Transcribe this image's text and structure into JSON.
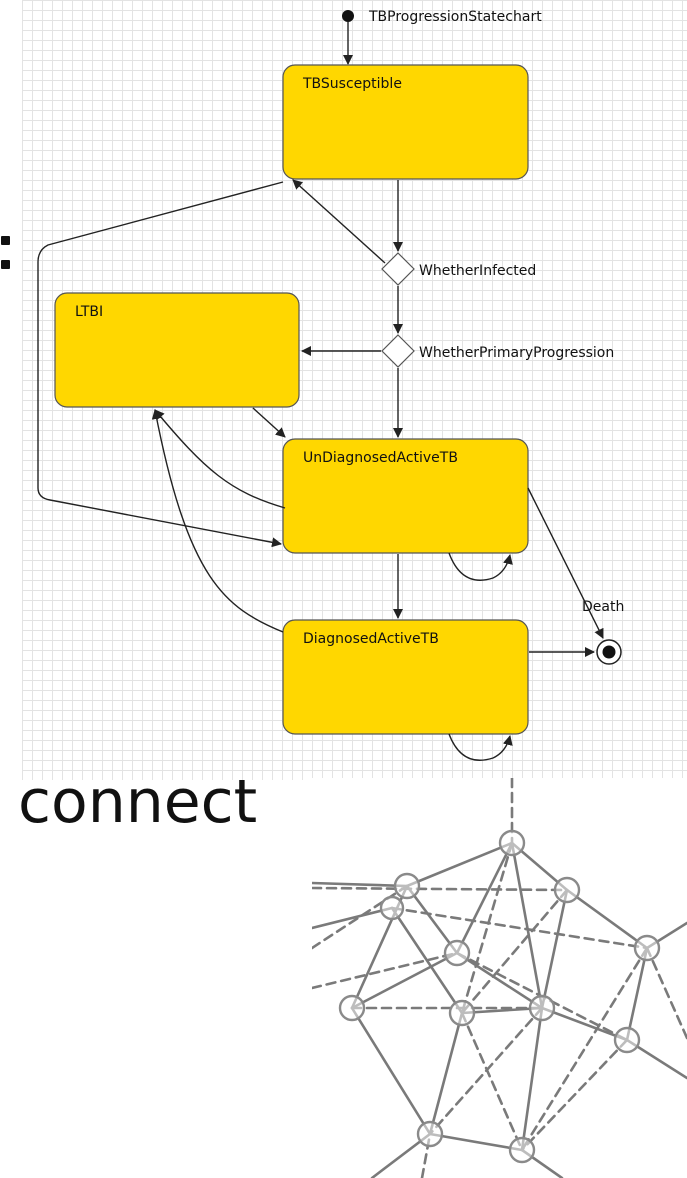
{
  "statechart": {
    "name": "TBProgressionStatechart",
    "states": {
      "susceptible": "TBSusceptible",
      "ltbi": "LTBI",
      "undiagnosed": "UnDiagnosedActiveTB",
      "diagnosed": "DiagnosedActiveTB"
    },
    "branches": {
      "infected": "WhetherInfected",
      "primary": "WhetherPrimaryProgression"
    },
    "final": {
      "label": "Death"
    },
    "colors": {
      "state_fill": "#FFD700",
      "state_stroke": "#555555",
      "grid": "#e3e3e3"
    }
  },
  "caption": {
    "word": "connect"
  },
  "network": {
    "node_stroke": "#888888",
    "edge_color": "#777777"
  }
}
